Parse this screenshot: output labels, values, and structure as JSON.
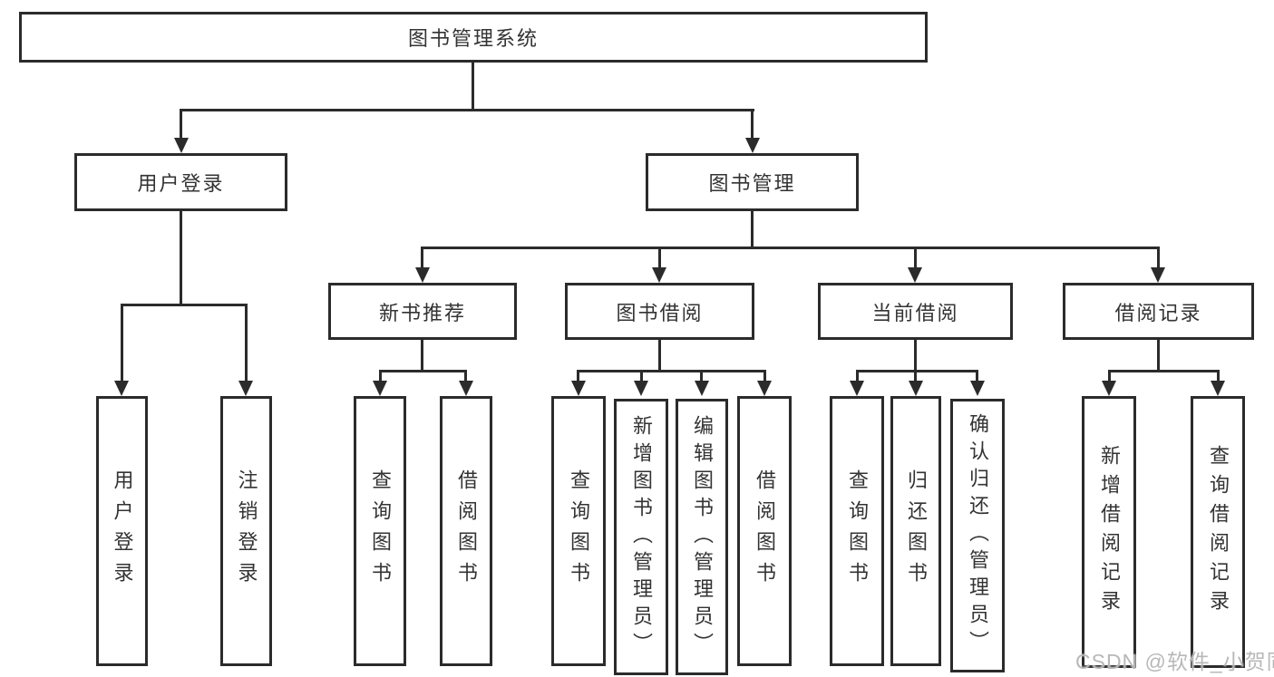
{
  "diagram": {
    "root": {
      "label": "图书管理系统"
    },
    "branches": [
      {
        "label": "用户登录",
        "children": [
          {
            "label": "用户登录"
          },
          {
            "label": "注销登录"
          }
        ]
      },
      {
        "label": "图书管理",
        "children": [
          {
            "label": "新书推荐",
            "children": [
              {
                "label": "查询图书"
              },
              {
                "label": "借阅图书"
              }
            ]
          },
          {
            "label": "图书借阅",
            "children": [
              {
                "label": "查询图书"
              },
              {
                "label": "新增图书（管理员）"
              },
              {
                "label": "编辑图书（管理员）"
              },
              {
                "label": "借阅图书"
              }
            ]
          },
          {
            "label": "当前借阅",
            "children": [
              {
                "label": "查询图书"
              },
              {
                "label": "归还图书"
              },
              {
                "label": "确认归还（管理员）"
              }
            ]
          },
          {
            "label": "借阅记录",
            "children": [
              {
                "label": "新增借阅记录"
              },
              {
                "label": "查询借阅记录"
              }
            ]
          }
        ]
      }
    ],
    "watermark": "CSDN @软件_小贺同学",
    "colors": {
      "line": "#2b2b2b",
      "text": "#333333",
      "background": "#ffffff",
      "watermark": "#b2b2b2"
    }
  }
}
